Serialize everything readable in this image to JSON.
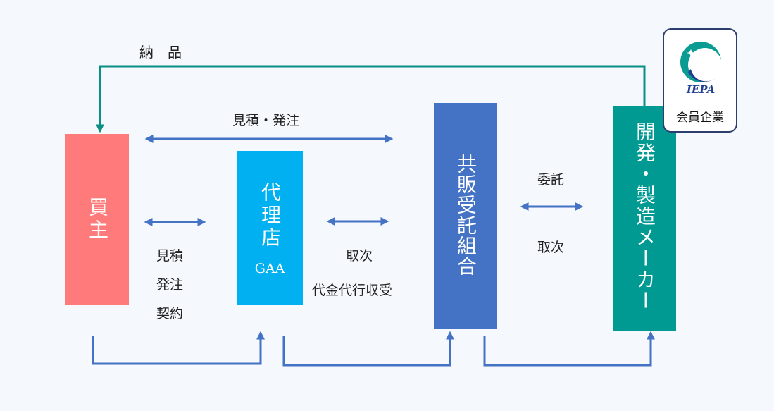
{
  "labels": {
    "delivery": "納　品",
    "estimate_order_top": "見積・発注",
    "commission": "委託",
    "handling_right": "取次",
    "handling_mid": "取次",
    "collection_agency": "代金代行収受"
  },
  "buyer_actions": [
    "見積",
    "発注",
    "契約"
  ],
  "boxes": {
    "buyer": {
      "title": "買主",
      "color": "#ff7b7b"
    },
    "agency": {
      "title": "代理店",
      "sub": "GAA",
      "color": "#00b0f0"
    },
    "coop": {
      "title": "共販受託組合",
      "color": "#4472c4"
    },
    "maker": {
      "title": "開発・製造メーカー",
      "color": "#009a93"
    }
  },
  "badge": {
    "logo_text": "IEPA",
    "caption": "会員企業"
  },
  "colors": {
    "arrow_blue": "#4472c4",
    "arrow_teal": "#0a8f86"
  }
}
